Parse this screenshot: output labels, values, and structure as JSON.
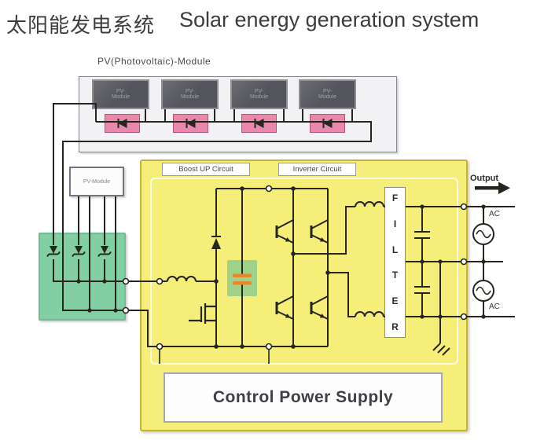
{
  "title": {
    "zh": "太阳能发电系统",
    "en": "Solar energy generation system"
  },
  "pv_array": {
    "section_label": "PV(Photovoltaic)-Module",
    "modules": [
      {
        "line1": "PV-",
        "line2": "Module"
      },
      {
        "line1": "PV-",
        "line2": "Module"
      },
      {
        "line1": "PV-",
        "line2": "Module"
      },
      {
        "line1": "PV-",
        "line2": "Module"
      }
    ],
    "junction_box_label": "PV-Module"
  },
  "inverter_unit": {
    "boost_label": "Boost UP Circuit",
    "inverter_label": "Inverter Circuit",
    "filter_letters": [
      "F",
      "I",
      "L",
      "T",
      "E",
      "R"
    ],
    "control_label": "Control Power Supply"
  },
  "output": {
    "label": "Output",
    "ac_top": "AC",
    "ac_bottom": "AC"
  },
  "colors": {
    "wire": "#26261f",
    "panel_yellow": "#f5ee78",
    "panel_yellow_border": "#c3b23b",
    "green": "#82cfa3",
    "green_border": "#6fbd94",
    "pink": "#e888ab",
    "pink_border": "#b5537e",
    "module_dark": "#54545c",
    "highlight_green": "#8bc98f",
    "cap_orange": "#e8862c",
    "container_bg": "#f2f2f5"
  }
}
